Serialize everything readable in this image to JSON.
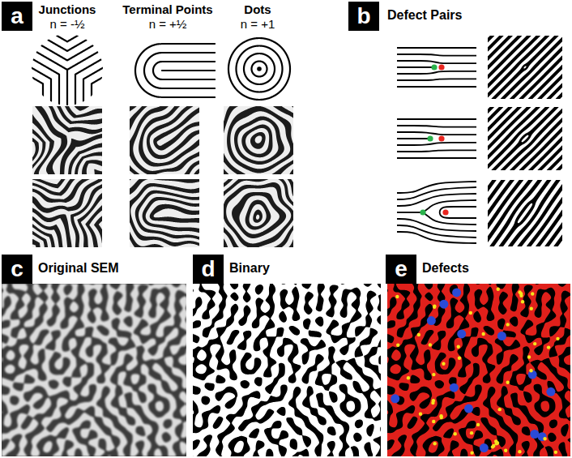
{
  "diagram": {
    "nodes": [
      {
        "text": [
          "a"
        ]
      },
      {
        "text": [
          "b"
        ]
      },
      {
        "text": [
          "c"
        ]
      },
      {
        "text": [
          "d"
        ]
      },
      {
        "text": [
          "e"
        ]
      }
    ],
    "labels": [
      "Junctions",
      "n = -½",
      "Terminal Points",
      "n = +½",
      "Dots",
      "n = +1",
      "Defect Pairs",
      "Original SEM",
      "Binary",
      "Defects"
    ]
  }
}
